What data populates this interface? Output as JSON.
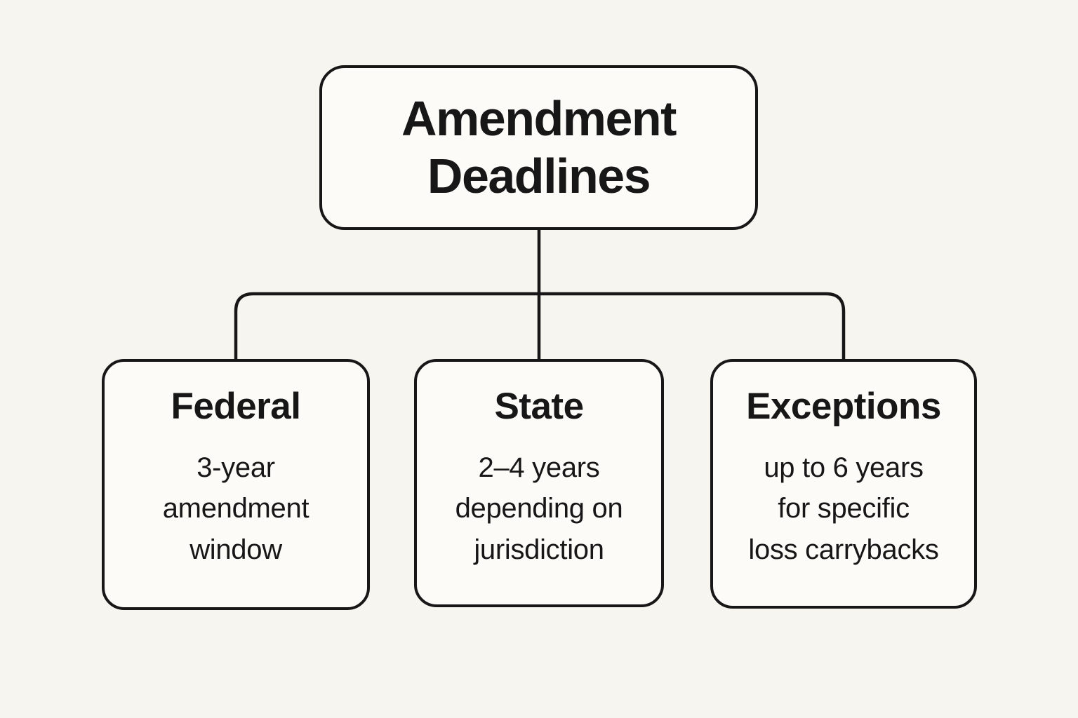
{
  "diagram": {
    "type": "flowchart",
    "root": {
      "title": "Amendment\nDeadlines"
    },
    "children": [
      {
        "id": "federal",
        "title": "Federal",
        "body": "3-year\namendment\nwindow"
      },
      {
        "id": "state",
        "title": "State",
        "body": "2–4 years\ndepending on\njurisdiction"
      },
      {
        "id": "exceptions",
        "title": "Exceptions",
        "body": "up to 6 years\nfor specific\nloss carrybacks"
      }
    ]
  },
  "colors": {
    "background": "#f7f5f0",
    "box_fill": "#fcfbf8",
    "line": "#171717",
    "text": "#171717"
  }
}
